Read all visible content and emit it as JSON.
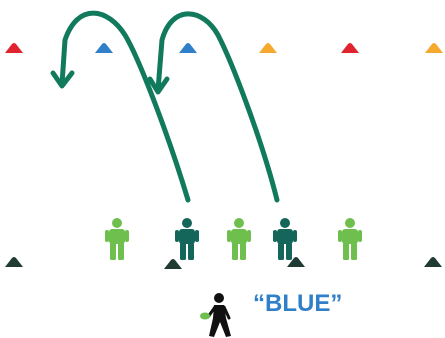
{
  "colors": {
    "background": "#ffffff",
    "arrow": "#127a5c",
    "player_light": "#6fbf4f",
    "player_dark": "#14665a",
    "coach": "#111111",
    "coach_ball": "#6fbf4f",
    "cone_dark": "#1f3b33",
    "label": "#2f80c8"
  },
  "top_cones": [
    {
      "color": "#e0242f",
      "name": "red"
    },
    {
      "color": "#2f80c8",
      "name": "blue"
    },
    {
      "color": "#2f80c8",
      "name": "blue"
    },
    {
      "color": "#f5a92e",
      "name": "orange"
    },
    {
      "color": "#e0242f",
      "name": "red"
    },
    {
      "color": "#f5a92e",
      "name": "orange"
    }
  ],
  "bottom_cones": [
    {
      "color": "#1f3b33",
      "name": "dark-green"
    },
    {
      "color": "#1f3b33",
      "name": "dark-green"
    },
    {
      "color": "#1f3b33",
      "name": "dark-green"
    },
    {
      "color": "#1f3b33",
      "name": "dark-green"
    }
  ],
  "players": [
    {
      "team": "light"
    },
    {
      "team": "dark"
    },
    {
      "team": "light"
    },
    {
      "team": "dark"
    },
    {
      "team": "light"
    }
  ],
  "runs": [
    {
      "from_player": "dark-1",
      "to_cone": "blue-1"
    },
    {
      "from_player": "dark-2",
      "to_cone": "blue-2"
    }
  ],
  "coach": {
    "icon": "coach-with-ball-icon"
  },
  "call_label": "“BLUE”"
}
